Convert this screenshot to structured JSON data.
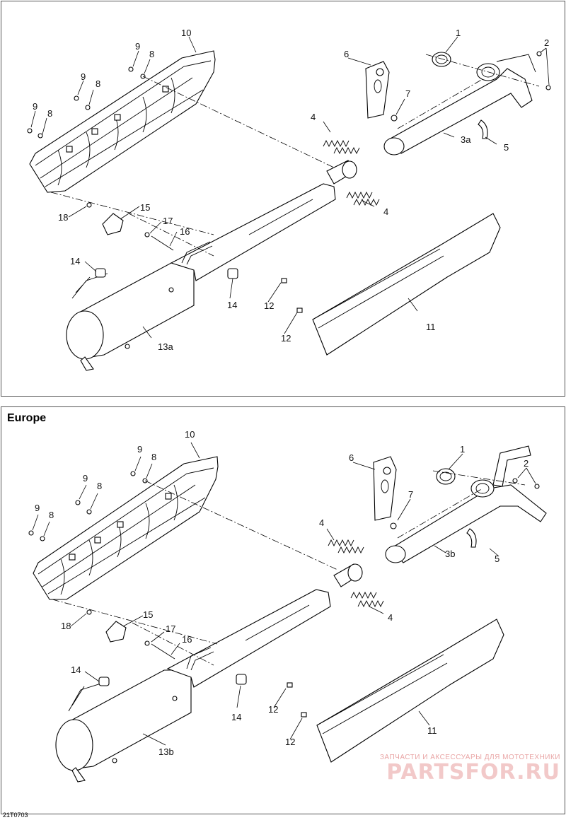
{
  "diagram_code": "21T0703",
  "top_panel": {
    "callouts": {
      "c1": "1",
      "c2": "2",
      "c3a": "3a",
      "c4a": "4",
      "c4b": "4",
      "c5": "5",
      "c6": "6",
      "c7": "7",
      "c8a": "8",
      "c8b": "8",
      "c8c": "8",
      "c9a": "9",
      "c9b": "9",
      "c9c": "9",
      "c10": "10",
      "c11": "11",
      "c12a": "12",
      "c12b": "12",
      "c13a": "13a",
      "c14a": "14",
      "c14b": "14",
      "c15": "15",
      "c16": "16",
      "c17": "17",
      "c18": "18"
    }
  },
  "bottom_panel": {
    "title": "Europe",
    "callouts": {
      "c1": "1",
      "c2": "2",
      "c3b": "3b",
      "c4a": "4",
      "c4b": "4",
      "c5": "5",
      "c6": "6",
      "c7": "7",
      "c8a": "8",
      "c8b": "8",
      "c8c": "8",
      "c9a": "9",
      "c9b": "9",
      "c9c": "9",
      "c10": "10",
      "c11": "11",
      "c12a": "12",
      "c12b": "12",
      "c13b": "13b",
      "c14a": "14",
      "c14b": "14",
      "c15": "15",
      "c16": "16",
      "c17": "17",
      "c18": "18"
    }
  },
  "watermark": {
    "tagline": "ЗАПЧАСТИ И АКСЕССУАРЫ ДЛЯ МОТОТЕХНИКИ",
    "brand": "PARTSFOR.RU"
  }
}
